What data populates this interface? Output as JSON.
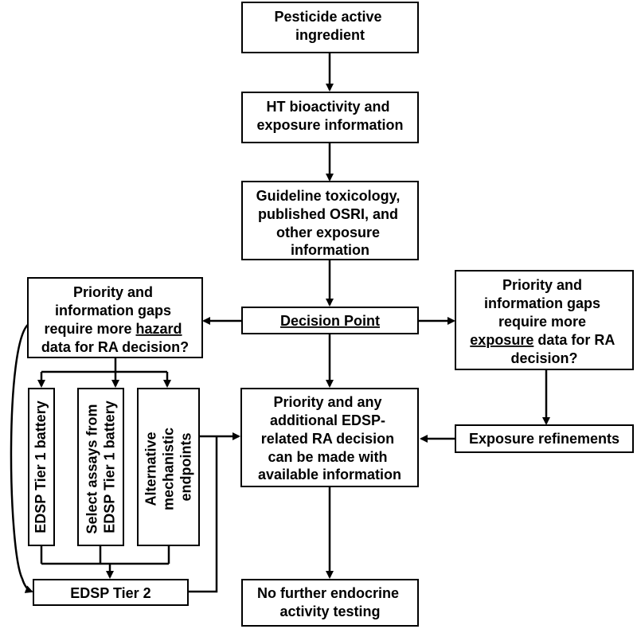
{
  "nodes": {
    "pesticide": {
      "lines": [
        "Pesticide active",
        "ingredient"
      ]
    },
    "ht_bioactivity": {
      "lines": [
        "HT bioactivity and",
        "exposure information"
      ]
    },
    "guideline": {
      "lines": [
        "Guideline toxicology,",
        "published OSRI, and",
        "other exposure",
        "information"
      ]
    },
    "decision_point": {
      "label": "Decision Point"
    },
    "hazard_gap": {
      "line1": "Priority and",
      "line2": "information gaps",
      "line3_pre": "require more ",
      "line3_em": "hazard",
      "line4": "data for RA decision?"
    },
    "exposure_gap": {
      "line1": "Priority and",
      "line2": "information gaps",
      "line3": "require more",
      "line4_em": "exposure",
      "line4_post": " data for RA",
      "line5": "decision?"
    },
    "edsp_tier1": {
      "label": "EDSP Tier 1 battery"
    },
    "select_assays": {
      "lines": [
        "Select assays from",
        "EDSP Tier 1 battery"
      ]
    },
    "alt_mechanistic": {
      "lines": [
        "Alternative",
        "mechanistic",
        "endpoints"
      ]
    },
    "priority_decision": {
      "lines": [
        "Priority and any",
        "additional EDSP-",
        "related RA decision",
        "can be made with",
        "available information"
      ]
    },
    "exposure_refinements": {
      "label": "Exposure refinements"
    },
    "edsp_tier2": {
      "label": "EDSP Tier 2"
    },
    "no_further": {
      "lines": [
        "No further endocrine",
        "activity testing"
      ]
    }
  }
}
